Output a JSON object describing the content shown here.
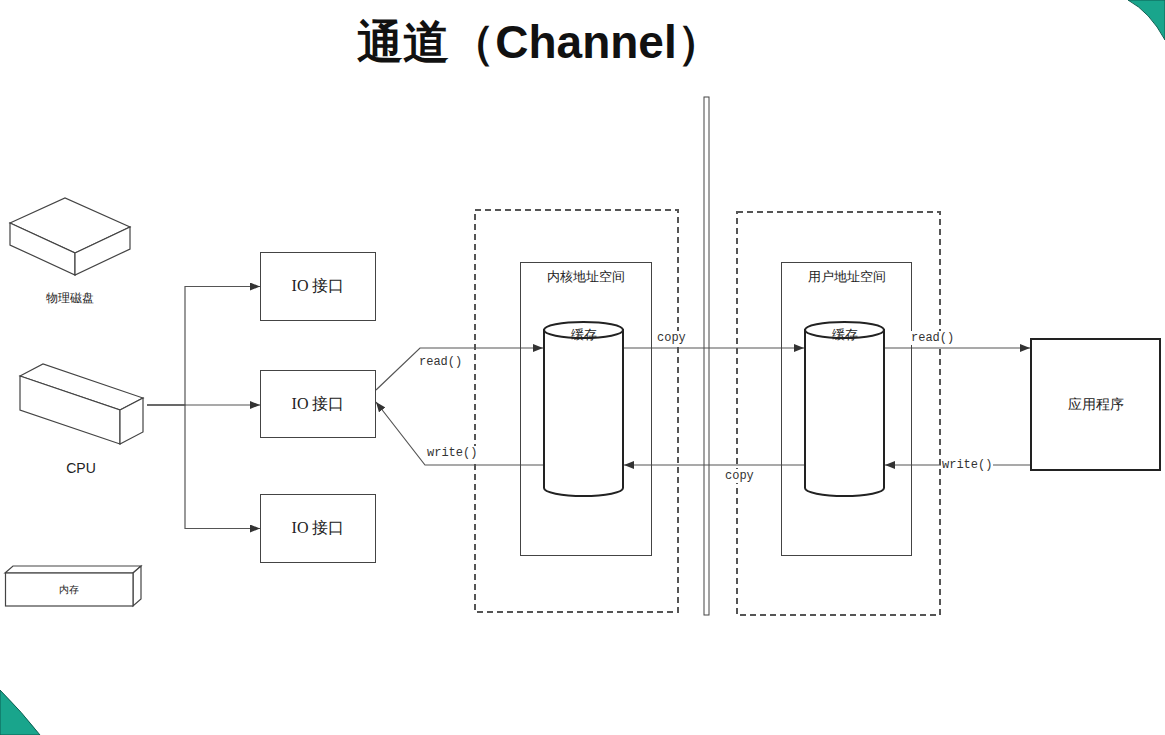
{
  "diagram": {
    "title": "通道（Channel）",
    "nodes": [
      {
        "text": [
          "物理磁盘"
        ]
      },
      {
        "text": [
          "IO 接口"
        ]
      },
      {
        "text": [
          "CPU"
        ]
      },
      {
        "text": [
          "IO 接口"
        ]
      },
      {
        "text": [
          "IO 接口"
        ]
      },
      {
        "text": [
          "内存"
        ]
      },
      {
        "text": [
          "内核地址空间"
        ]
      },
      {
        "text": [
          "缓存"
        ],
        "in": 6
      },
      {
        "text": [
          "用户地址空间"
        ]
      },
      {
        "text": [
          "缓存"
        ],
        "in": 8
      },
      {
        "text": [
          "应用程序"
        ]
      }
    ],
    "edges": [
      {
        "from": 2,
        "to": 1,
        "arrow": "to"
      },
      {
        "from": 2,
        "to": 3,
        "arrow": "to"
      },
      {
        "from": 2,
        "to": 4,
        "arrow": "to"
      },
      {
        "from": 3,
        "to": 7,
        "label": "read()",
        "arrow": "to"
      },
      {
        "from": 7,
        "to": 3,
        "label": "write()",
        "arrow": "to"
      },
      {
        "from": 7,
        "to": 9,
        "label": "copy",
        "arrow": "to"
      },
      {
        "from": 9,
        "to": 7,
        "label": "copy",
        "arrow": "to"
      },
      {
        "from": 9,
        "to": 10,
        "label": "read()",
        "arrow": "to"
      },
      {
        "from": 10,
        "to": 9,
        "label": "write()",
        "arrow": "to"
      }
    ]
  }
}
